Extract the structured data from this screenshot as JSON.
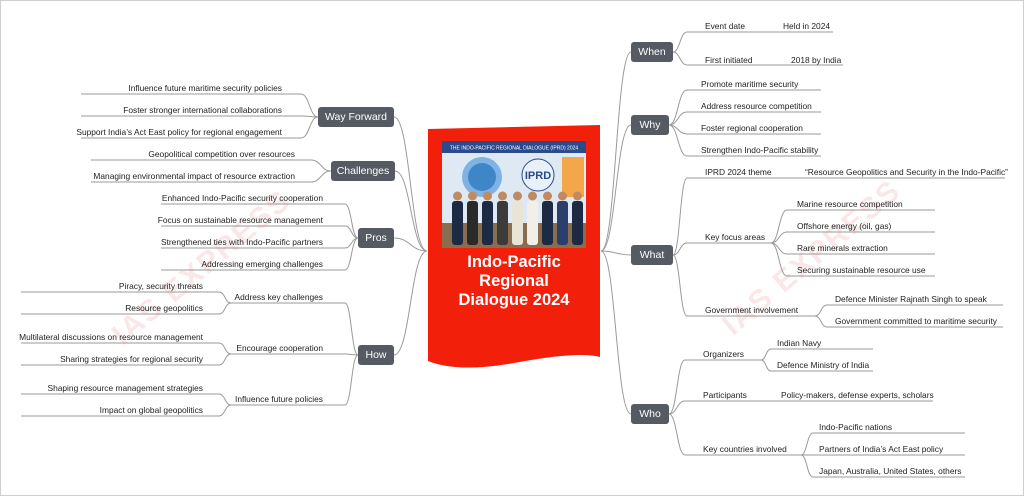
{
  "central": {
    "title_lines": [
      "Indo-Pacific",
      "Regional",
      "Dialogue 2024"
    ],
    "banner_text": "THE INDO-PACIFIC REGIONAL DIALOGUE (IPRD) 2024",
    "logo_text": "IPRD"
  },
  "watermark": "IAS EXPRESS",
  "colors": {
    "center_fill": "#f21f0b",
    "pill": "#555a63",
    "wire": "#9a9a9a"
  },
  "branches": {
    "when": {
      "label": "When",
      "items": [
        {
          "label": "Event date",
          "value": "Held in 2024"
        },
        {
          "label": "First initiated",
          "value": "2018 by India"
        }
      ]
    },
    "why": {
      "label": "Why",
      "items": [
        "Promote maritime security",
        "Address resource competition",
        "Foster regional cooperation",
        "Strengthen Indo-Pacific stability"
      ]
    },
    "what": {
      "label": "What",
      "theme": {
        "label": "IPRD 2024 theme",
        "value": "“Resource Geopolitics and Security in the Indo-Pacific”"
      },
      "focus": {
        "label": "Key focus areas",
        "items": [
          "Marine resource competition",
          "Offshore energy (oil, gas)",
          "Rare minerals extraction",
          "Securing sustainable resource use"
        ]
      },
      "gov": {
        "label": "Government involvement",
        "items": [
          "Defence Minister Rajnath Singh to speak",
          "Government committed to maritime security"
        ]
      }
    },
    "who": {
      "label": "Who",
      "organizers": {
        "label": "Organizers",
        "items": [
          "Indian Navy",
          "Defence Ministry of India"
        ]
      },
      "participants": {
        "label": "Participants",
        "value": "Policy-makers, defense experts, scholars"
      },
      "countries": {
        "label": "Key countries involved",
        "items": [
          "Indo-Pacific nations",
          "Partners of India’s Act East policy",
          "Japan, Australia, United States, others"
        ]
      }
    },
    "way_forward": {
      "label": "Way Forward",
      "items": [
        "Influence future maritime security policies",
        "Foster stronger international collaborations",
        "Support India’s Act East policy for regional engagement"
      ]
    },
    "challenges": {
      "label": "Challenges",
      "items": [
        "Geopolitical competition over resources",
        "Managing environmental impact of resource extraction"
      ]
    },
    "pros": {
      "label": "Pros",
      "items": [
        "Enhanced Indo-Pacific security cooperation",
        "Focus on sustainable resource management",
        "Strengthened ties with Indo-Pacific partners",
        "Addressing emerging challenges"
      ]
    },
    "how": {
      "label": "How",
      "groups": [
        {
          "label": "Address key challenges",
          "items": [
            "Piracy, security threats",
            "Resource geopolitics"
          ]
        },
        {
          "label": "Encourage cooperation",
          "items": [
            "Multilateral discussions on resource management",
            "Sharing strategies for regional security"
          ]
        },
        {
          "label": "Influence future policies",
          "items": [
            "Shaping resource management strategies",
            "Impact on global geopolitics"
          ]
        }
      ]
    }
  }
}
